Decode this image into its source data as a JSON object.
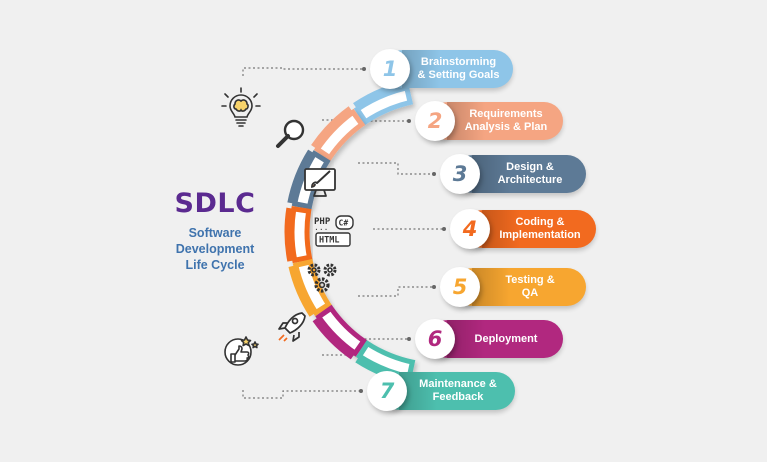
{
  "title": "SDLC",
  "subtitle_lines": [
    "Software",
    "Development",
    "Life Cycle"
  ],
  "stages": [
    {
      "number": "1",
      "line1": "Brainstorming",
      "line2": "& Setting Goals",
      "color": "#8ec5e8",
      "icon": "brain-lightbulb-icon"
    },
    {
      "number": "2",
      "line1": "Requirements",
      "line2": "Analysis & Plan",
      "color": "#f5a582",
      "icon": "magnifier-icon"
    },
    {
      "number": "3",
      "line1": "Design &",
      "line2": "Architecture",
      "color": "#5d7a96",
      "icon": "monitor-brush-icon"
    },
    {
      "number": "4",
      "line1": "Coding &",
      "line2": "Implementation",
      "color": "#f26a1f",
      "icon": "code-icon"
    },
    {
      "number": "5",
      "line1": "Testing &",
      "line2": "QA",
      "color": "#f7a630",
      "icon": "gears-icon"
    },
    {
      "number": "6",
      "line1": "Deployment",
      "line2": "",
      "color": "#b1287f",
      "icon": "rocket-icon"
    },
    {
      "number": "7",
      "line1": "Maintenance &",
      "line2": "Feedback",
      "color": "#4dbfae",
      "icon": "thumbs-up-icon"
    }
  ],
  "code_icon_text": {
    "php": "PHP",
    "csharp": "C#",
    "html": "HTML"
  }
}
